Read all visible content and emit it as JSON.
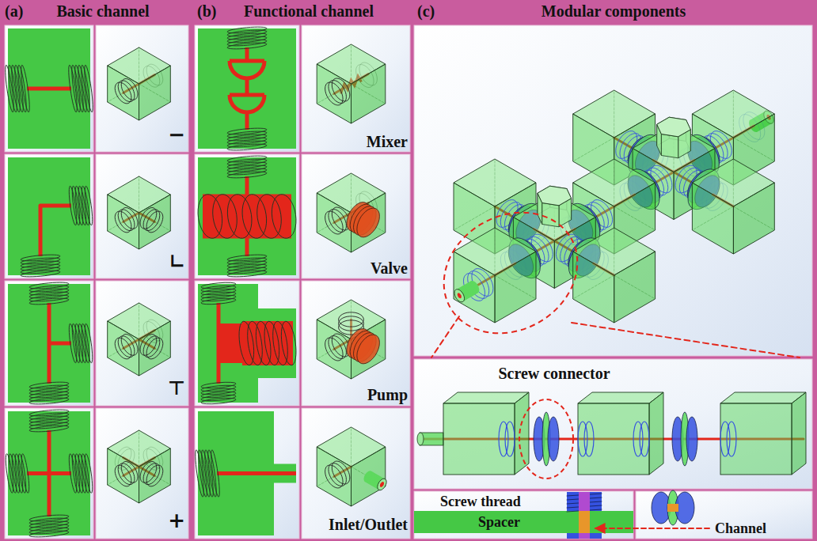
{
  "diagram": {
    "nodes": [
      {
        "text": [
          "(a)",
          "Basic channel"
        ]
      },
      {
        "text": [
          "(b)",
          "Functional channel"
        ]
      },
      {
        "text": [
          "(c)",
          "Modular components"
        ]
      }
    ],
    "labels": [
      "−",
      "∟",
      "⊤",
      "+",
      "Mixer",
      "Valve",
      "Pump",
      "Inlet/Outlet",
      "Screw connector",
      "Screw thread",
      "Spacer",
      "Channel"
    ]
  }
}
